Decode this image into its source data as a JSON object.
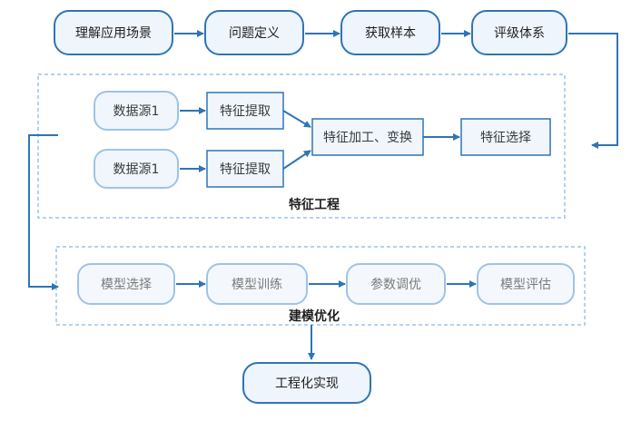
{
  "process": {
    "steps": [
      "理解应用场景",
      "问题定义",
      "获取样本",
      "评级体系"
    ]
  },
  "feature_engineering": {
    "title": "特征工程",
    "source_1": "数据源1",
    "source_2": "数据源1",
    "extract_1": "特征提取",
    "extract_2": "特征提取",
    "transform": "特征加工、变换",
    "select": "特征选择"
  },
  "modeling": {
    "title": "建模优化",
    "steps": [
      "模型选择",
      "模型训练",
      "参数调优",
      "模型评估"
    ]
  },
  "implementation": "工程化实现",
  "colors": {
    "line": "#2e75b6",
    "dashed_border": "#9ec3e6",
    "top_fill": "#eef5fc",
    "feature_fill": "#f0f6fc",
    "model_fill": "#f4f8fc"
  }
}
